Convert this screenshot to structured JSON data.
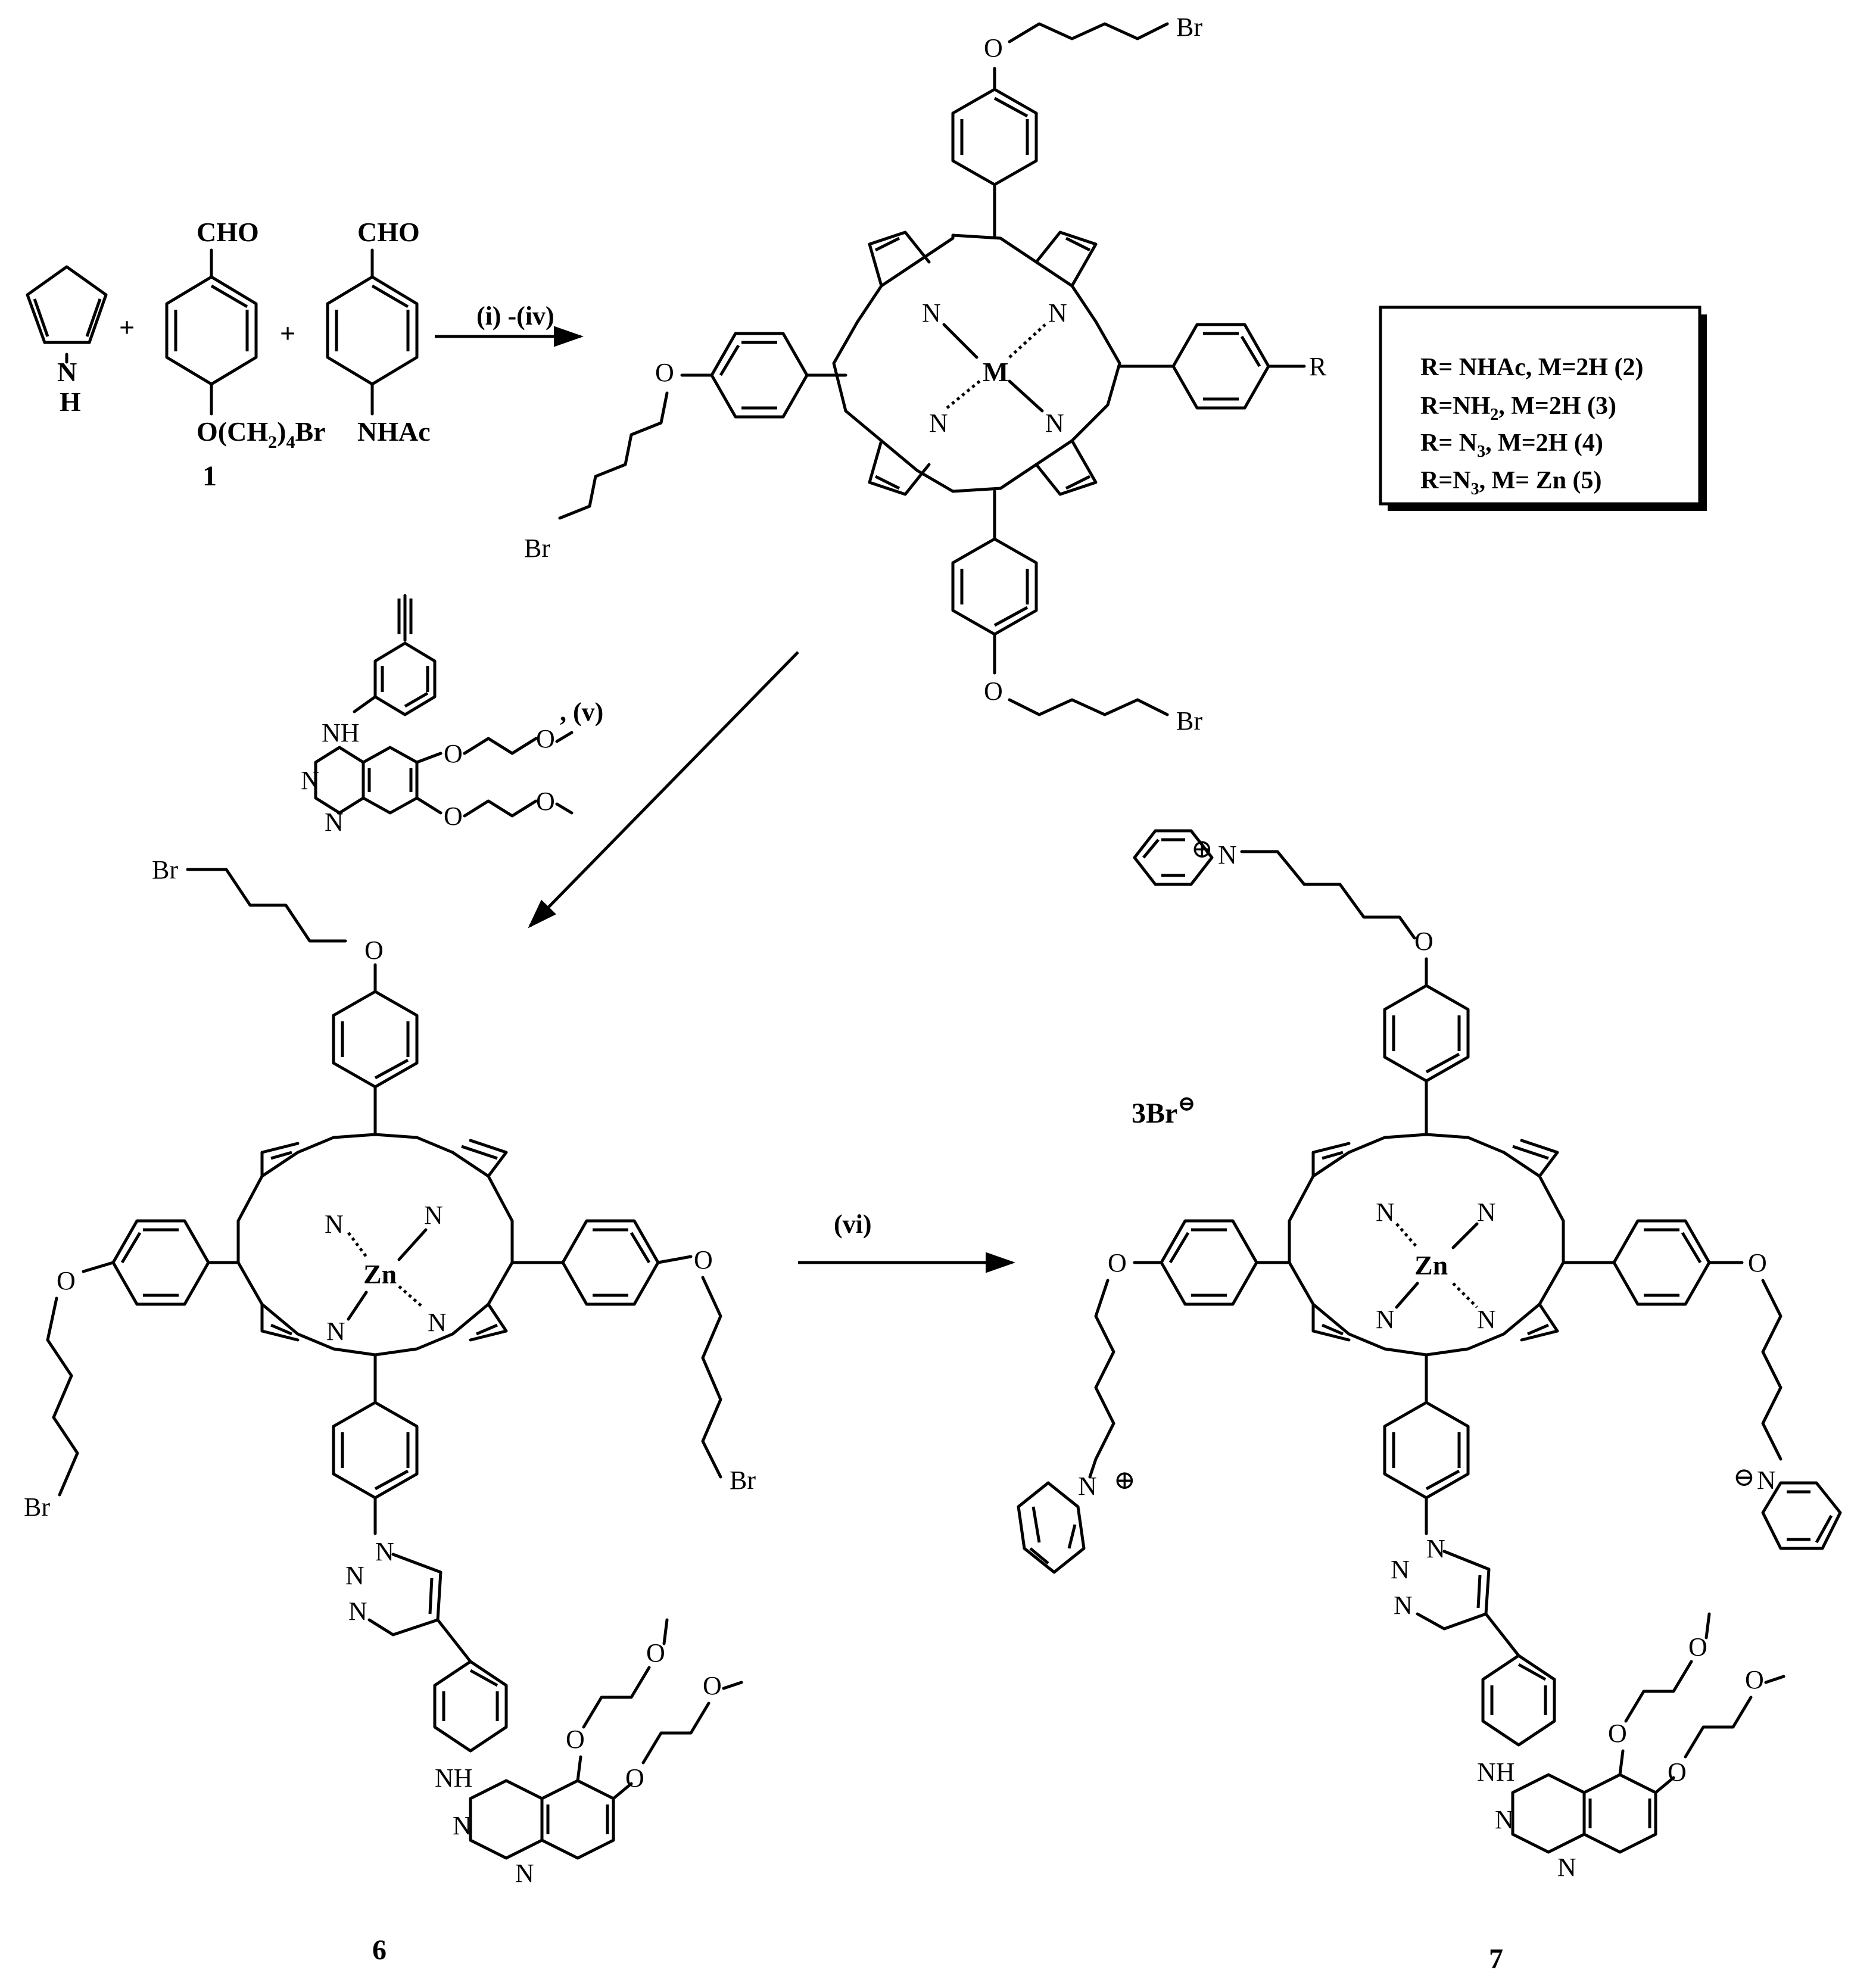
{
  "reactants": {
    "pyrrole_n": "N",
    "pyrrole_h": "H",
    "plus": "+",
    "cho": "CHO",
    "aldehyde1_sub": "O(CH",
    "aldehyde1_sub2": "2",
    "aldehyde1_sub3": ")",
    "aldehyde1_sub4": "4",
    "aldehyde1_sub5": "Br",
    "aldehyde1_label": "1",
    "aldehyde2_sub": "NHAc"
  },
  "steps": {
    "step1": "(i) -(iv)",
    "step5": ", (v)",
    "step6": "(vi)"
  },
  "atoms": {
    "N": "N",
    "M": "M",
    "Zn": "Zn",
    "O": "O",
    "Br": "Br",
    "R": "R",
    "NH": "NH",
    "plus_sign": "⊕",
    "minus_sign": "⊖"
  },
  "legend": {
    "rows": [
      "R= NHAc, M=2H (2)",
      "R=NH",
      "R= N",
      "R=N"
    ],
    "row2_sub": "2",
    "row2_rest": ", M=2H (3)",
    "row3_sub": "3",
    "row3_rest": ", M=2H (4)",
    "row4_sub": "3",
    "row4_rest": ", M= Zn (5)"
  },
  "counterion": {
    "text": "3Br",
    "charge": "⊖"
  },
  "compound_labels": {
    "c6": "6",
    "c7": "7"
  }
}
